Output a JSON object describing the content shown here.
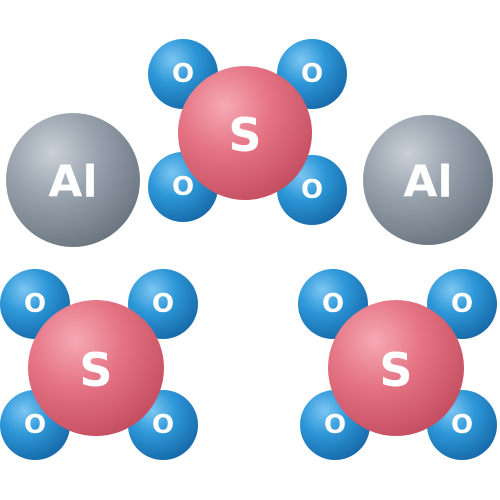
{
  "atoms": {
    "aluminum": {
      "symbol": "Al",
      "color": "#8f99a5"
    },
    "sulfur": {
      "symbol": "S",
      "color": "#e06b7c"
    },
    "oxygen": {
      "symbol": "O",
      "color": "#2a93d6"
    }
  },
  "formula_units": {
    "aluminum_count": 2,
    "sulfate_count": 3,
    "oxygens_per_sulfate": 4
  }
}
